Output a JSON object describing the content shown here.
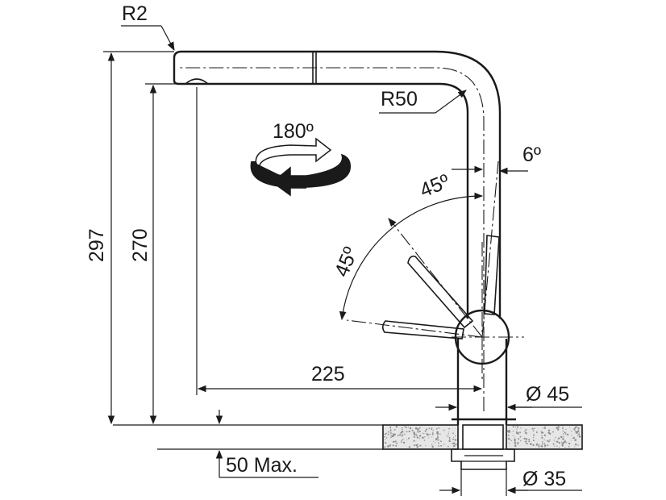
{
  "labels": {
    "r2": "R2",
    "r50": "R50",
    "rotation": "180º",
    "angle_tilt": "6º",
    "angle_upper": "45º",
    "angle_lower": "45º",
    "height_total": "297",
    "height_spout": "270",
    "reach": "225",
    "dia_body": "Ø 45",
    "dia_base": "Ø 35",
    "deck_max": "50 Max."
  },
  "colors": {
    "line": "#1a1a1a",
    "counter_fill": "#e6e6e6",
    "counter_speckle": "#8c8c8c"
  }
}
